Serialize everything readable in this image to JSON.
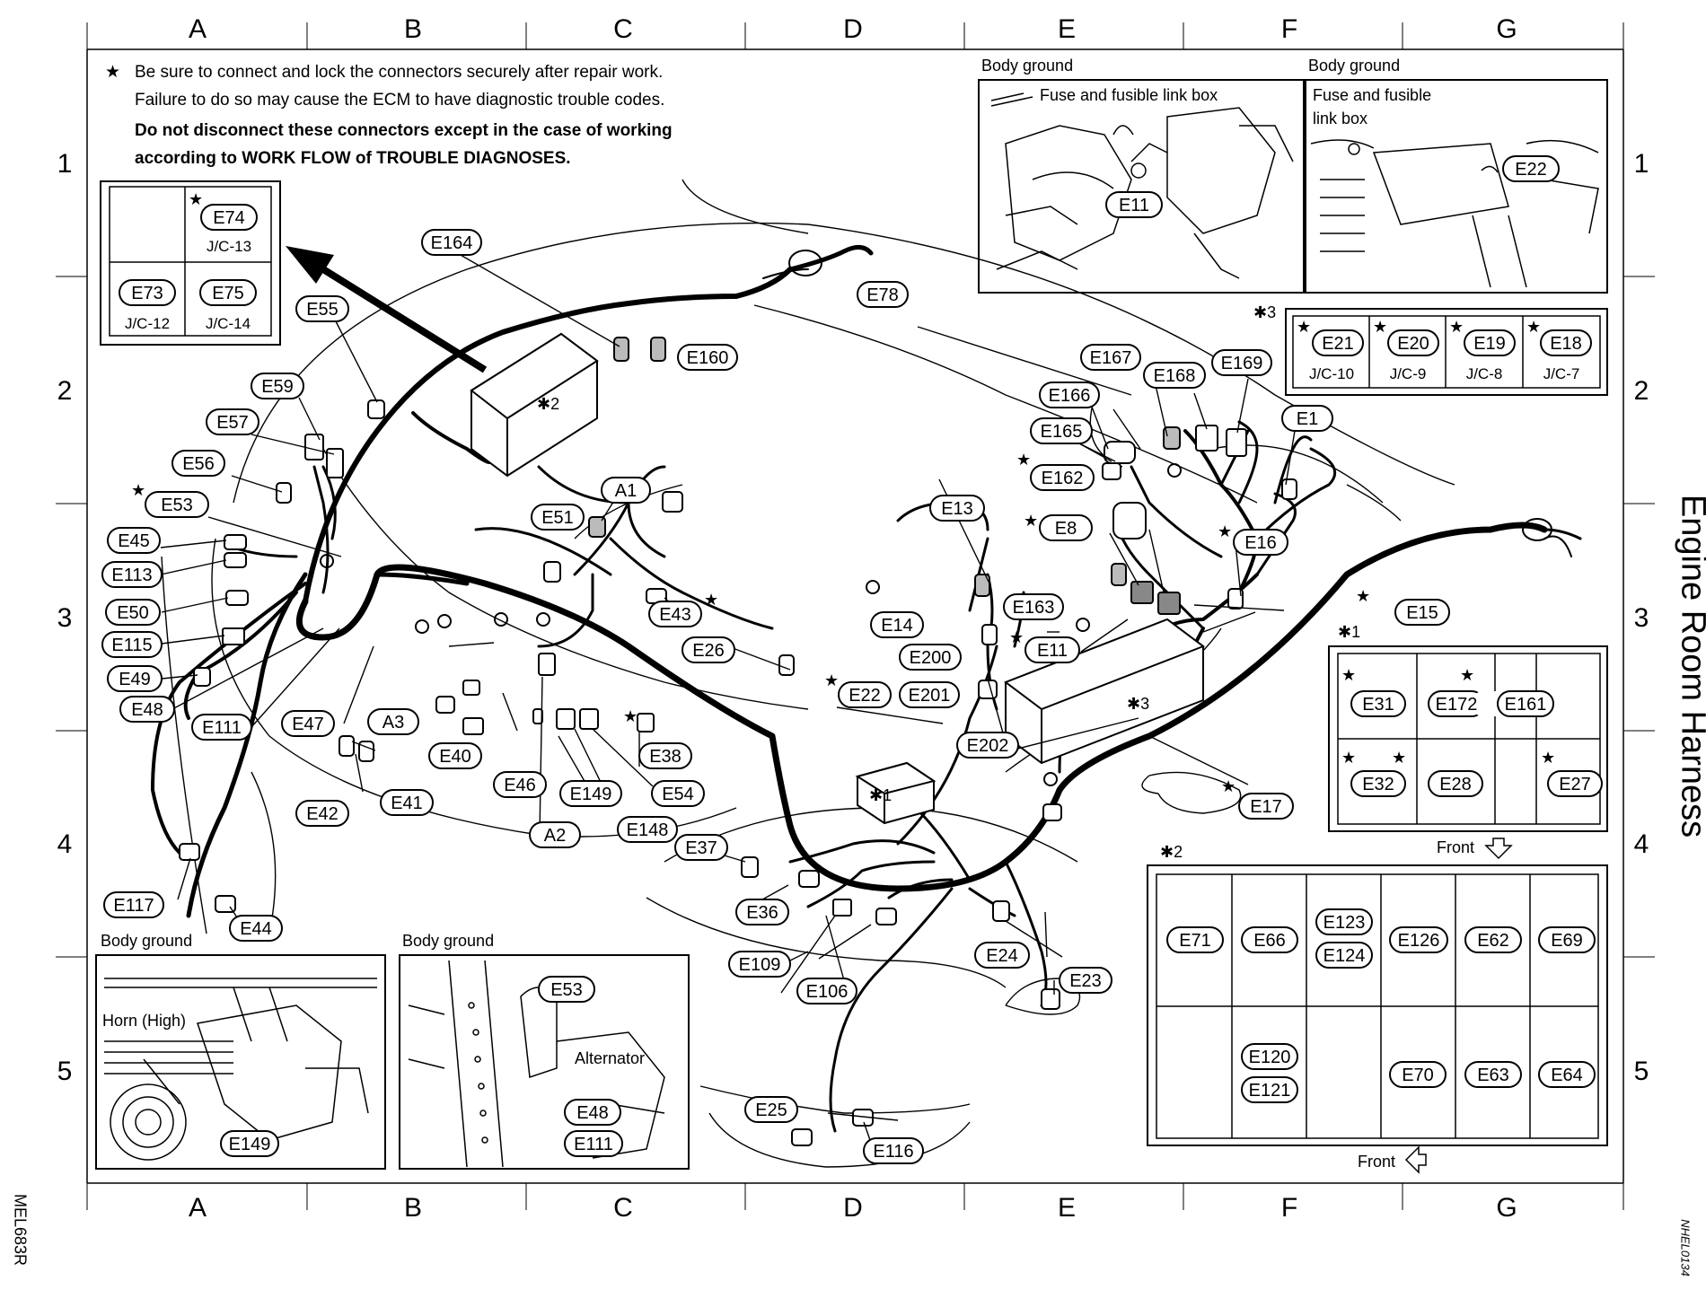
{
  "title": "Engine Room Harness",
  "figure_code": "MEL683R",
  "figure_code_2": "NHEL0134",
  "grid": {
    "columns": [
      "A",
      "B",
      "C",
      "D",
      "E",
      "F",
      "G"
    ],
    "rows": [
      "1",
      "2",
      "3",
      "4",
      "5"
    ]
  },
  "notes": {
    "line1": "Be sure to connect and lock the connectors securely after repair work.",
    "line2": "Failure to do so may cause the ECM to have diagnostic trouble codes.",
    "line3": "Do not disconnect these connectors except in the case of working",
    "line4": "according to WORK FLOW of TROUBLE DIAGNOSES."
  },
  "jc_box_left": {
    "E74": "E74",
    "E74_sub": "J/C-13",
    "E73": "E73",
    "E73_sub": "J/C-12",
    "E75": "E75",
    "E75_sub": "J/C-14"
  },
  "inset_e": {
    "heading": "Body ground",
    "caption": "Fuse and fusible link box",
    "connector": "E11"
  },
  "inset_g": {
    "heading": "Body ground",
    "caption1": "Fuse and fusible",
    "caption2": "link box",
    "connector": "E22"
  },
  "inset_a": {
    "heading": "Body ground",
    "caption": "Horn (High)",
    "connector": "E149"
  },
  "inset_b": {
    "heading": "Body ground",
    "caption": "Alternator",
    "connector1": "E53",
    "connector2": "E48",
    "connector3": "E111"
  },
  "box3": {
    "mark": "✱3",
    "cells": [
      {
        "id": "E21",
        "sub": "J/C-10"
      },
      {
        "id": "E20",
        "sub": "J/C-9"
      },
      {
        "id": "E19",
        "sub": "J/C-8"
      },
      {
        "id": "E18",
        "sub": "J/C-7"
      }
    ]
  },
  "box1": {
    "mark": "✱1",
    "row1": [
      "E31",
      "E172",
      "E161",
      ""
    ],
    "row2": [
      "E32",
      "E28",
      "",
      "E27"
    ],
    "front": "Front"
  },
  "box2": {
    "mark": "✱2",
    "row1": [
      "E71",
      "E66",
      "E123",
      "E124",
      "E126",
      "E62",
      "E69"
    ],
    "row2": [
      "E120",
      "E121",
      "E70",
      "E63",
      "E64"
    ],
    "front": "Front"
  },
  "blocks": {
    "b1": "✱1",
    "b2": "✱2",
    "b3": "✱3"
  },
  "connectors": {
    "E164": "E164",
    "E160": "E160",
    "E78": "E78",
    "E55": "E55",
    "E59": "E59",
    "E57": "E57",
    "E56": "E56",
    "E53": "E53",
    "E45": "E45",
    "E113": "E113",
    "E50": "E50",
    "E115": "E115",
    "E49": "E49",
    "E48": "E48",
    "E111": "E111",
    "E47": "E47",
    "A3": "A3",
    "E40": "E40",
    "E46": "E46",
    "E149": "E149",
    "E148": "E148",
    "E54": "E54",
    "E38": "E38",
    "E26": "E26",
    "E43": "E43",
    "E51": "E51",
    "A1": "A1",
    "E42": "E42",
    "E41": "E41",
    "A2": "A2",
    "E117": "E117",
    "E44": "E44",
    "E37": "E37",
    "E36": "E36",
    "E109": "E109",
    "E106": "E106",
    "E24": "E24",
    "E23": "E23",
    "E25": "E25",
    "E116": "E116",
    "E22": "E22",
    "E14": "E14",
    "E13": "E13",
    "E200": "E200",
    "E201": "E201",
    "E202": "E202",
    "E11": "E11",
    "E163": "E163",
    "E8": "E8",
    "E162": "E162",
    "E165": "E165",
    "E166": "E166",
    "E167": "E167",
    "E168": "E168",
    "E169": "E169",
    "E1": "E1",
    "E16": "E16",
    "E15": "E15",
    "E17": "E17"
  }
}
